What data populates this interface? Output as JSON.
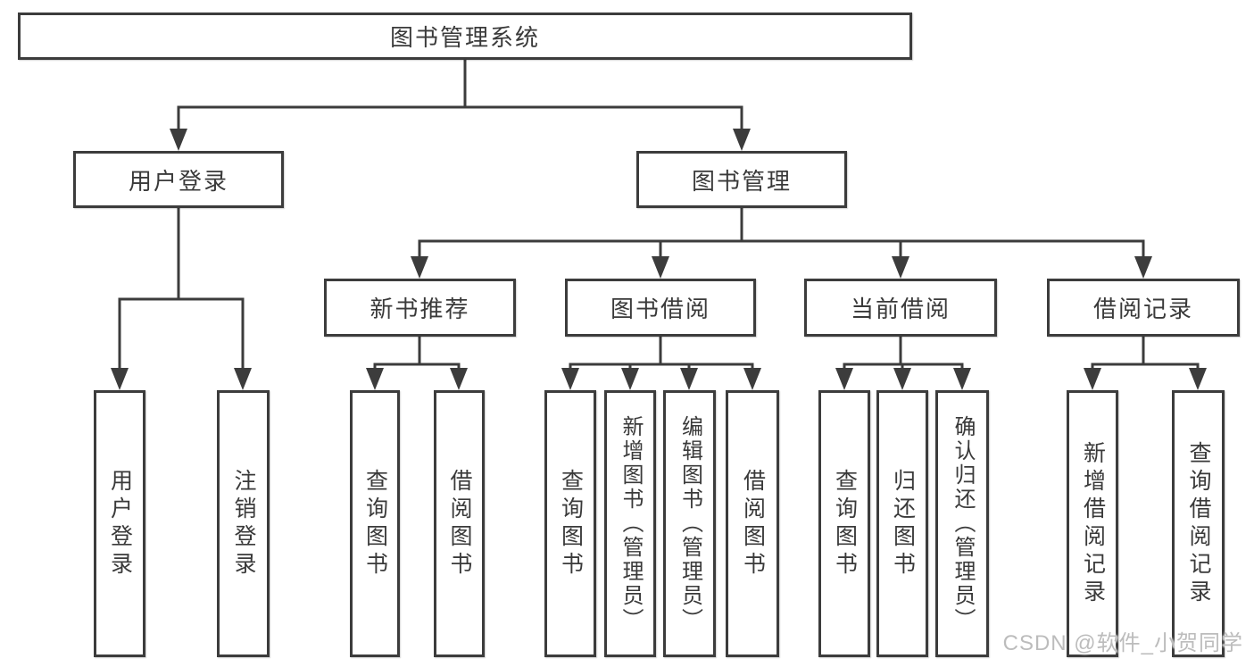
{
  "diagram": {
    "type": "hierarchy-tree",
    "colors": {
      "line": "#3c3c3c",
      "text": "#3a3a3a",
      "background": "#ffffff",
      "watermark": "#bcbcbc"
    }
  },
  "tree": {
    "label": "图书管理系统",
    "children": [
      {
        "label": "用户登录",
        "children": [
          {
            "label": "用户登录"
          },
          {
            "label": "注销登录"
          }
        ]
      },
      {
        "label": "图书管理",
        "children": [
          {
            "label": "新书推荐",
            "children": [
              {
                "label": "查询图书"
              },
              {
                "label": "借阅图书"
              }
            ]
          },
          {
            "label": "图书借阅",
            "children": [
              {
                "label": "查询图书"
              },
              {
                "label": "新增图书（管理员）"
              },
              {
                "label": "编辑图书（管理员）"
              },
              {
                "label": "借阅图书"
              }
            ]
          },
          {
            "label": "当前借阅",
            "children": [
              {
                "label": "查询图书"
              },
              {
                "label": "归还图书"
              },
              {
                "label": "确认归还（管理员）"
              }
            ]
          },
          {
            "label": "借阅记录",
            "children": [
              {
                "label": "新增借阅记录"
              },
              {
                "label": "查询借阅记录"
              }
            ]
          }
        ]
      }
    ]
  },
  "watermark": {
    "text": "CSDN @软件_小贺同学"
  }
}
